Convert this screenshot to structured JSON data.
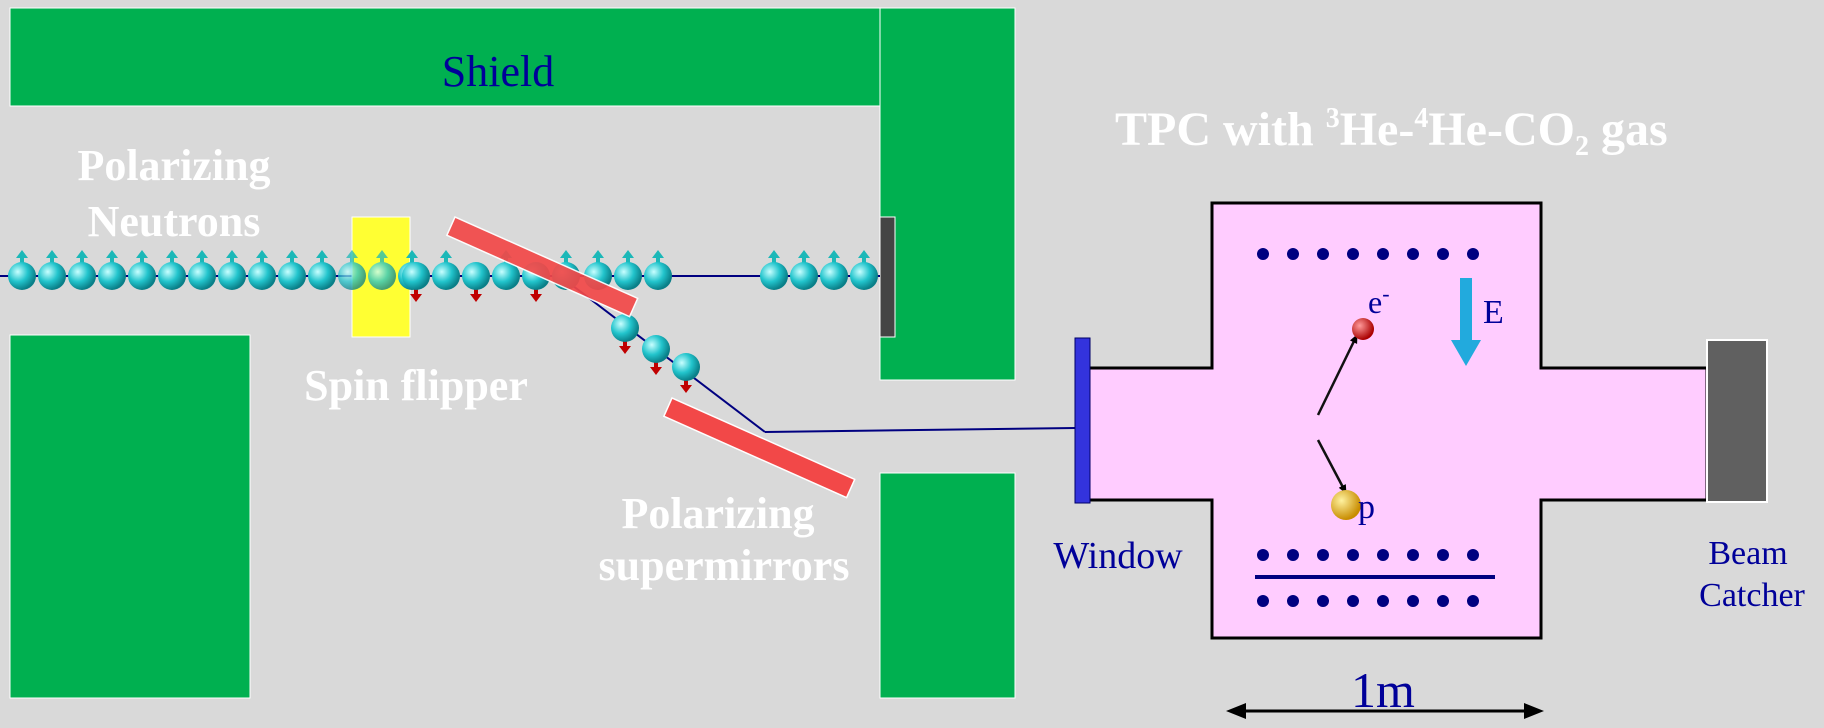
{
  "labels": {
    "shield": "Shield",
    "polarizing_neutrons_line1": "Polarizing",
    "polarizing_neutrons_line2": "Neutrons",
    "spin_flipper": "Spin flipper",
    "polarizing_supermirrors_line1": "Polarizing",
    "polarizing_supermirrors_line2": "supermirrors",
    "tpc_title_prefix": "TPC with ",
    "tpc_sup_3": "3",
    "tpc_he_dash": "He-",
    "tpc_sup_4": "4",
    "tpc_he_co": "He-CO",
    "tpc_sub_2": "2",
    "tpc_gas": " gas",
    "window": "Window",
    "beam_catcher_line1": "Beam",
    "beam_catcher_line2": "Catcher",
    "electron": "e",
    "electron_sup": "-",
    "proton": "p",
    "field": "E",
    "scale": "1m"
  },
  "colors": {
    "background": "#d9d9d9",
    "shield": "#00b050",
    "spin_flipper": "#ffff33",
    "supermirror": "#f24848",
    "tpc_chamber": "#ffccff",
    "window": "#3333dd",
    "beam_catcher": "#606060",
    "neutron": "#22c4cc",
    "spin_up": "#1bb8b8",
    "spin_down": "#c00000",
    "field_arrow": "#22aadd",
    "electron": "#dd1111",
    "proton": "#e8b000",
    "label_navy": "#000099"
  },
  "icons": {
    "neutron": "neutron-sphere-icon",
    "spin_up": "spin-up-arrow-icon",
    "spin_down": "spin-down-arrow-icon",
    "field": "down-arrow-icon",
    "scale": "double-arrow-icon"
  }
}
